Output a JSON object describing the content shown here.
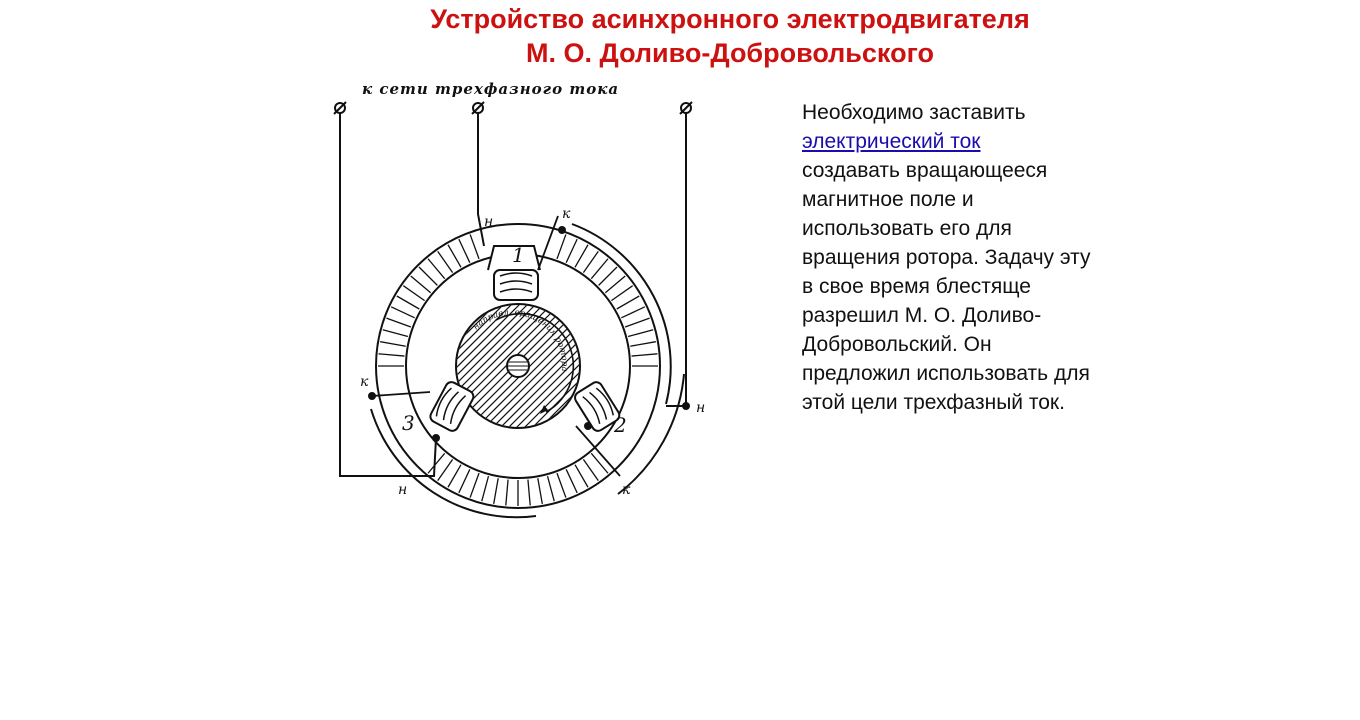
{
  "title": {
    "line1": "Устройство асинхронного электродвигателя",
    "line2": "М. О. Доливо-Добровольского"
  },
  "diagram": {
    "network_label": "к сети трехфазного тока",
    "rotation_label": "направл. вращения ротора",
    "coil_numbers": [
      "1",
      "2",
      "3"
    ],
    "start_letter": "н",
    "end_letter": "к",
    "terminal_symbol": "Ø"
  },
  "description": {
    "p1": "Необходимо заставить",
    "link": "электрический ток",
    "p2": "создавать вращающееся магнитное поле и использовать его для вращения ротора. Задачу эту  в свое время блестяще разрешил М. О. Доливо-Добровольский. Он предложил использовать для этой цели трехфазный ток."
  }
}
